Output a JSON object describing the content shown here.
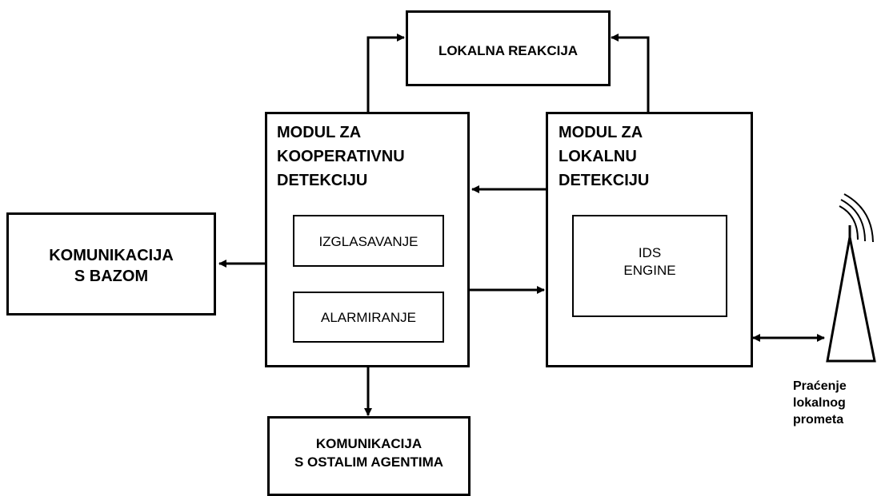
{
  "blocks": {
    "lokalna_reakcija": "LOKALNA REAKCIJA",
    "kooperativna": {
      "title_line1": "MODUL ZA",
      "title_line2": "KOOPERATIVNU",
      "title_line3": "DETEKCIJU",
      "sub1": "IZGLASAVANJE",
      "sub2": "ALARMIRANJE"
    },
    "lokalna_detekcija": {
      "title_line1": "MODUL ZA",
      "title_line2": "LOKALNU",
      "title_line3": "DETEKCIJU",
      "engine_line1": "IDS",
      "engine_line2": "ENGINE"
    },
    "baza": {
      "line1": "KOMUNIKACIJA",
      "line2": "S BAZOM"
    },
    "agenti": {
      "line1": "KOMUNIKACIJA",
      "line2": "S OSTALIM AGENTIMA"
    }
  },
  "antenna": {
    "icon": "antenna-icon",
    "label_line1": "Praćenje",
    "label_line2": "lokalnog",
    "label_line3": "prometa"
  }
}
